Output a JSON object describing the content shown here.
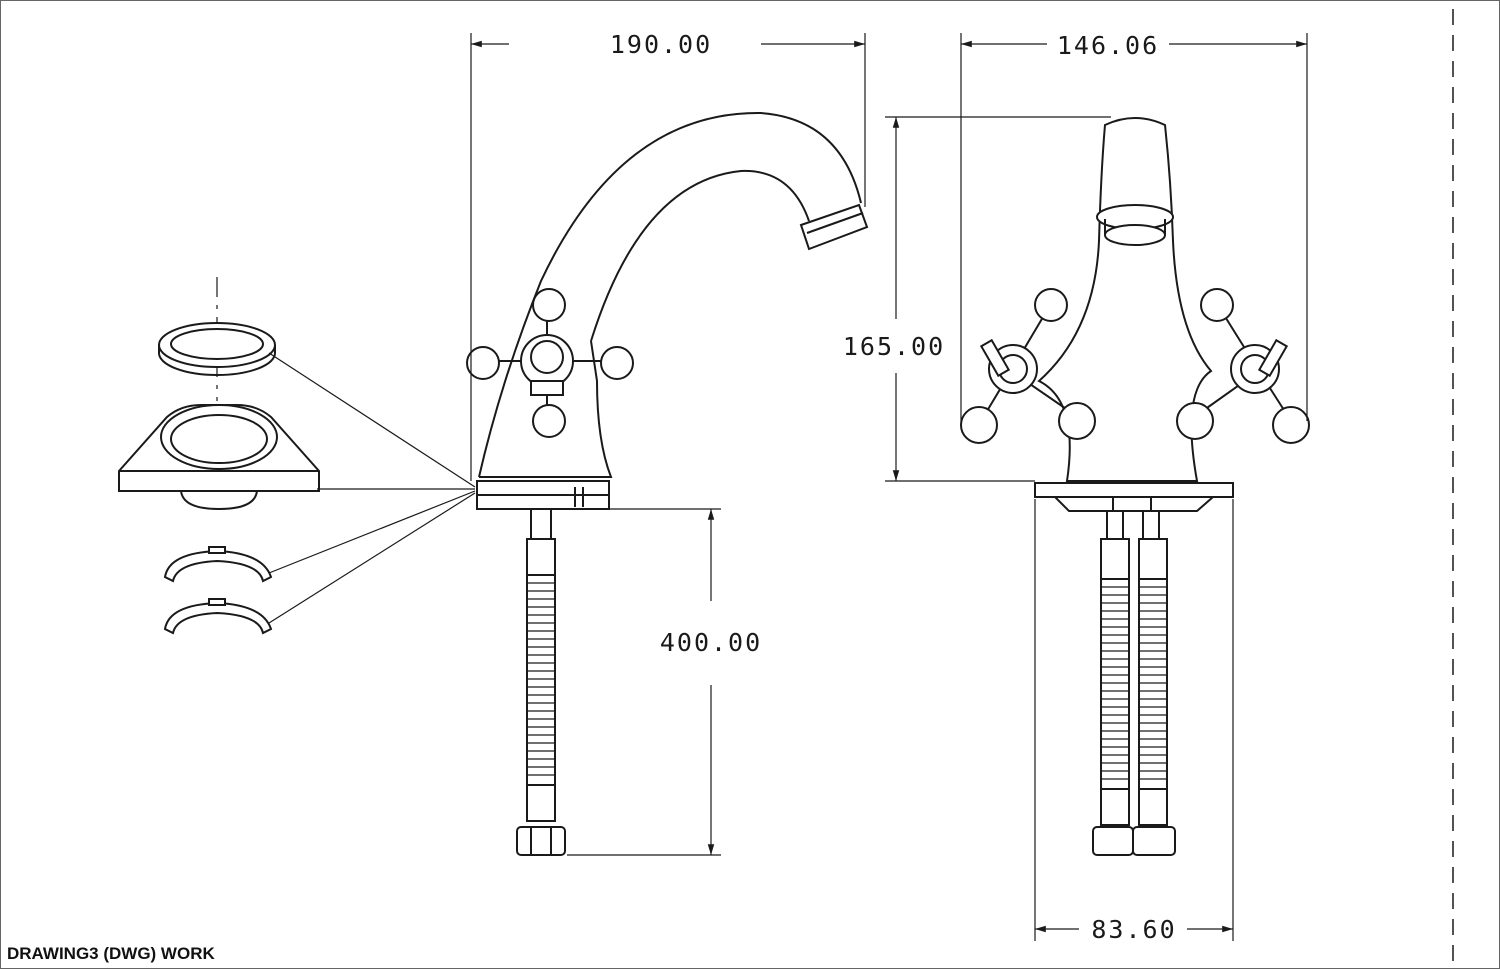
{
  "footer": {
    "label": "DRAWING3 (DWG) WORK"
  },
  "dimensions": {
    "side_width": "190.00",
    "front_width": "146.06",
    "front_height": "165.00",
    "hose_length": "400.00",
    "base_width": "83.60"
  },
  "colors": {
    "line": "#1a1a1a",
    "background": "#ffffff",
    "frame": "#666666"
  }
}
